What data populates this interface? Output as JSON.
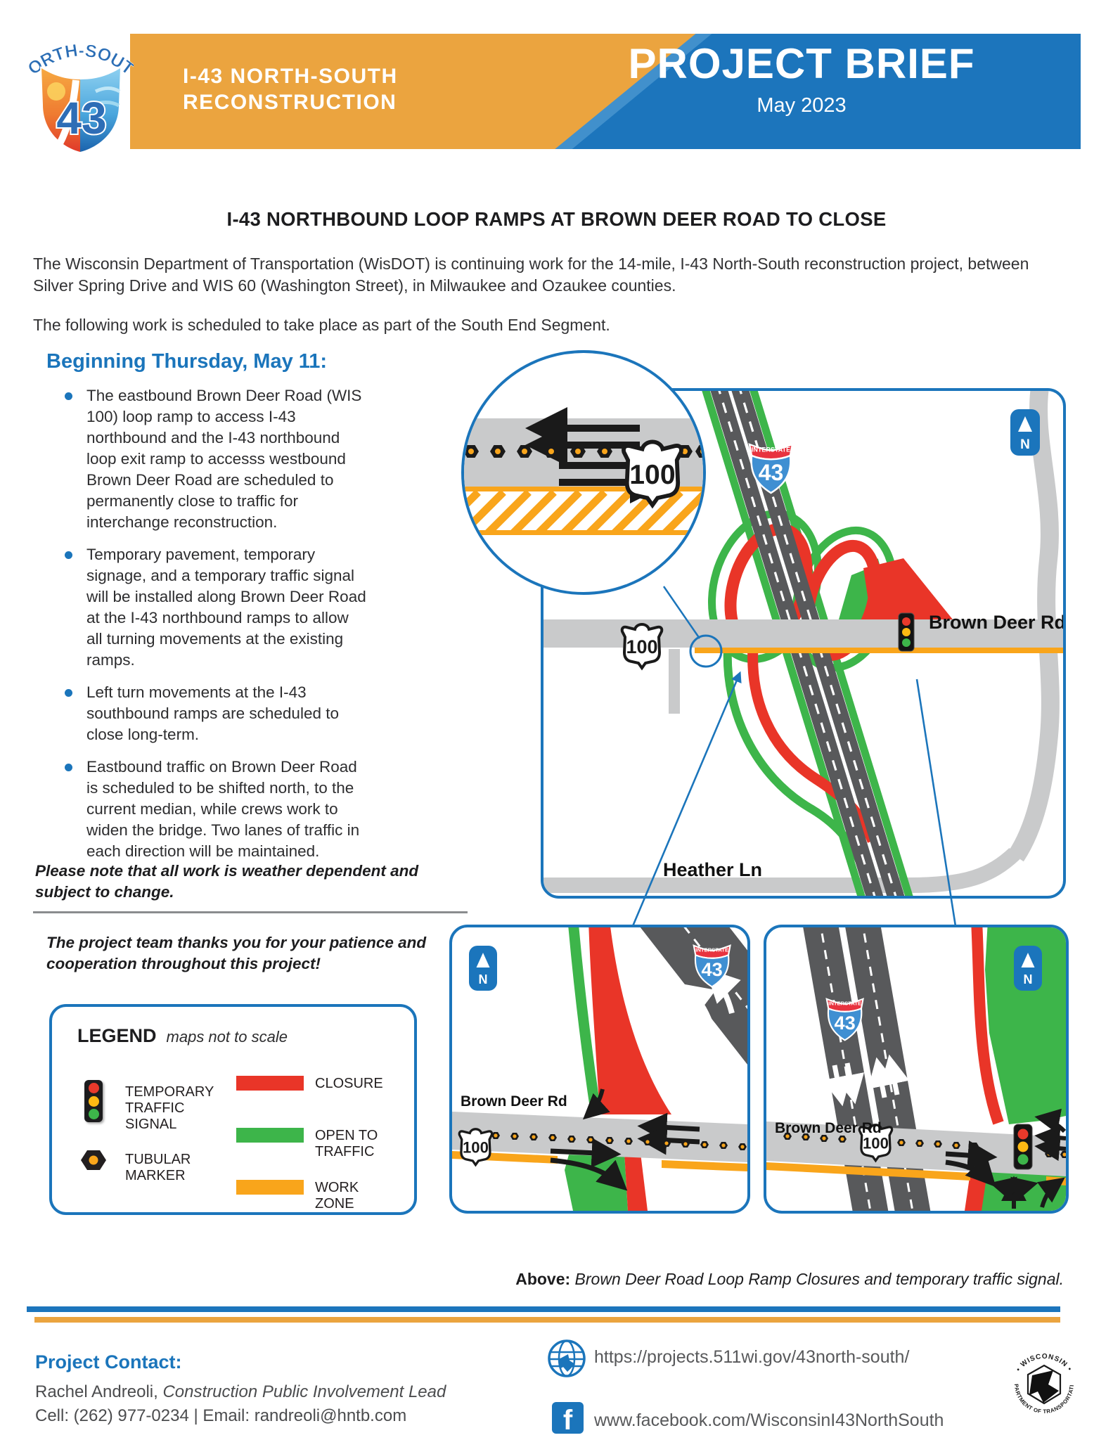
{
  "header": {
    "logo": {
      "arc_text": "NORTH-SOUTH",
      "shield_number": "43"
    },
    "banner_left": {
      "line1": "I-43 NORTH-SOUTH",
      "line2": "RECONSTRUCTION"
    },
    "banner_right": {
      "title": "PROJECT BRIEF",
      "date": "May 2023"
    }
  },
  "main": {
    "title": "I-43 NORTHBOUND LOOP RAMPS AT BROWN DEER ROAD TO CLOSE",
    "intro_p1": "The Wisconsin Department of Transportation (WisDOT) is continuing work for the 14-mile, I-43 North-South reconstruction project, between Silver Spring Drive and WIS 60 (Washington Street), in Milwaukee and Ozaukee counties.",
    "intro_p2": "The following work is scheduled to take place as part of the South End Segment.",
    "section_heading": "Beginning Thursday, May 11:",
    "bullets": [
      "The eastbound Brown Deer Road (WIS 100) loop ramp to access I-43 northbound and the I-43 northbound loop exit ramp to accesss westbound Brown Deer Road are scheduled to permanently close to traffic for interchange reconstruction.",
      "Temporary pavement, temporary signage, and a temporary traffic signal will be installed along Brown Deer Road at the I-43 northbound ramps to allow all turning movements at the existing ramps.",
      "Left turn movements at the I-43 southbound ramps are scheduled to close long-term.",
      "Eastbound traffic on Brown Deer Road is scheduled to be shifted north, to the current median, while crews work to widen the bridge. Two lanes of traffic in each direction will be maintained."
    ],
    "note_weather": "Please note that all work is weather dependent and subject to change.",
    "note_thanks": "The project team thanks you for your patience and cooperation throughout this project!"
  },
  "legend": {
    "title": "LEGEND",
    "subtitle": "maps not to scale",
    "items": [
      {
        "label": "TEMPORARY TRAFFIC SIGNAL",
        "icon": "traffic-signal-icon"
      },
      {
        "label": "TUBULAR MARKER",
        "icon": "tubular-marker-icon"
      },
      {
        "label": "CLOSURE",
        "swatch": "#E93528"
      },
      {
        "label": "OPEN TO TRAFFIC",
        "swatch": "#3DB54A"
      },
      {
        "label": "WORK ZONE",
        "swatch": "#F9A51B"
      }
    ]
  },
  "maps": {
    "shared": {
      "north": "N",
      "interstate_label": "INTERSTATE",
      "interstate_number": "43",
      "wis_100": "100",
      "brown_deer": "Brown Deer Rd"
    },
    "main_map": {
      "heather_label": "Heather Ln"
    },
    "caption_prefix": "Above:",
    "caption_text": " Brown Deer Road Loop Ramp Closures and temporary traffic signal."
  },
  "footer": {
    "contact_heading": "Project Contact:",
    "contact_name": "Rachel Andreoli, ",
    "contact_role": "Construction Public Involvement Lead",
    "contact_phone": "Cell: (262) 977-0234  | Email: randreoli@hntb.com",
    "website": "https://projects.511wi.gov/43north-south/",
    "facebook": "www.facebook.com/WisconsinI43NorthSouth",
    "facebook_glyph": "f",
    "seal_top": "• WISCONSIN •",
    "seal_bottom": "DEPARTMENT OF TRANSPORTATION"
  },
  "colors": {
    "header_blue": "#1C75BC",
    "header_orange": "#EBA43F",
    "accent_blue": "#1B75BB",
    "closure_red": "#E93528",
    "open_green": "#3DB54A",
    "work_zone_orange": "#F9A51B",
    "road_gray": "#C9CACB",
    "freeway_gray": "#58595B"
  }
}
